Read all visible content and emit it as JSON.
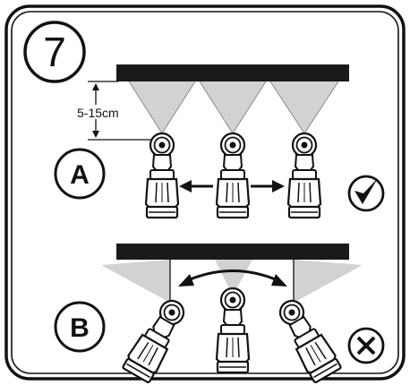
{
  "step": {
    "number": "7"
  },
  "panel_a": {
    "label": "A",
    "distance_label": "5-15cm",
    "result": "correct",
    "result_icon": "check-icon",
    "motion": "parallel-sweep"
  },
  "panel_b": {
    "label": "B",
    "result": "incorrect",
    "result_icon": "cross-icon",
    "motion": "arc-sweep"
  },
  "colors": {
    "stroke": "#111111",
    "surface": "#1a1a1a",
    "spray_cone": "#d2d2d2",
    "background": "#ffffff"
  }
}
